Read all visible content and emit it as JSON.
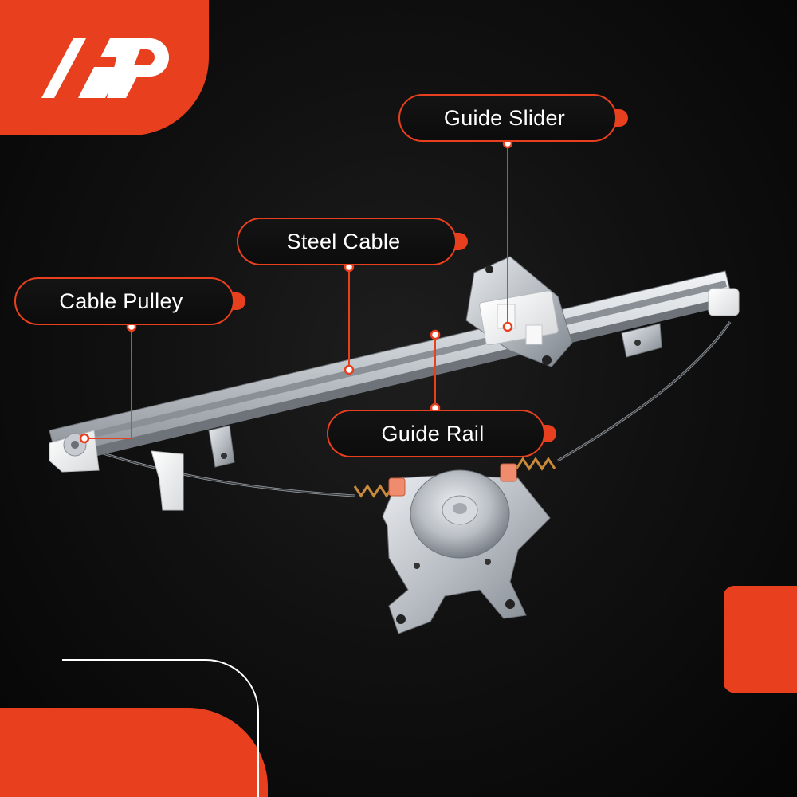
{
  "brand": {
    "logo_text": "A P",
    "accent_color": "#e8401e",
    "logo_color": "#ffffff",
    "background_color": "#0a0a0a"
  },
  "product": {
    "name": "",
    "depiction": "window-regulator"
  },
  "callouts": {
    "guide_slider": "Guide Slider",
    "steel_cable": "Steel Cable",
    "cable_pulley": "Cable Pulley",
    "guide_rail": "Guide Rail"
  }
}
